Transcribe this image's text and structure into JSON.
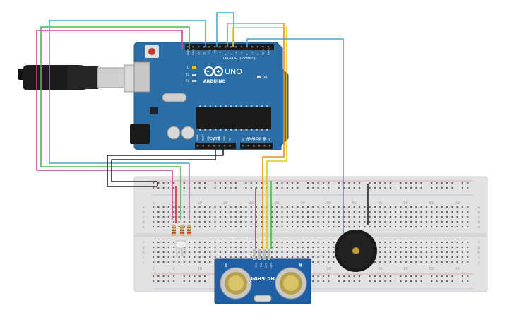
{
  "arduino": {
    "brand": "ARDUINO",
    "model": "UNO",
    "digital_header": "DIGITAL (PWM~)",
    "power_header": "POWER",
    "analog_header": "ANALOG IN",
    "led_l": "L",
    "led_tx": "TX",
    "led_rx": "RX",
    "led_on": "ON",
    "digital_pins": [
      "AREF",
      "GND",
      "13",
      "12",
      "~11",
      "~10",
      "~9",
      "8",
      "7",
      "~6",
      "~5",
      "4",
      "~3",
      "2",
      "TX→1",
      "RX←0"
    ],
    "power_pins": [
      "IOREF",
      "RESET",
      "3.3V",
      "5V",
      "GND",
      "GND",
      "Vin"
    ],
    "analog_pins": [
      "A0",
      "A1",
      "A2",
      "A3",
      "A4",
      "A5"
    ]
  },
  "breadboard": {
    "row_letters_top": [
      "a",
      "b",
      "c",
      "d",
      "e"
    ],
    "row_letters_bottom": [
      "f",
      "g",
      "h",
      "i",
      "j"
    ],
    "column_numbers": [
      "1",
      "5",
      "10",
      "15",
      "20",
      "25",
      "30",
      "35",
      "40",
      "45",
      "50",
      "55",
      "60"
    ]
  },
  "sensor": {
    "model": "HC-SR04",
    "pins": [
      "VCC",
      "Trig",
      "Echo",
      "GND"
    ],
    "label_t": "T",
    "label_r": "R"
  },
  "colors": {
    "board": "#2b6ea6",
    "wire_blue": "#3aa8d8",
    "wire_green": "#4cb84c",
    "wire_magenta": "#c8449a",
    "wire_orange": "#e8901c",
    "wire_yellow": "#e8c81c",
    "wire_black": "#222222",
    "wire_red": "#d82828"
  }
}
